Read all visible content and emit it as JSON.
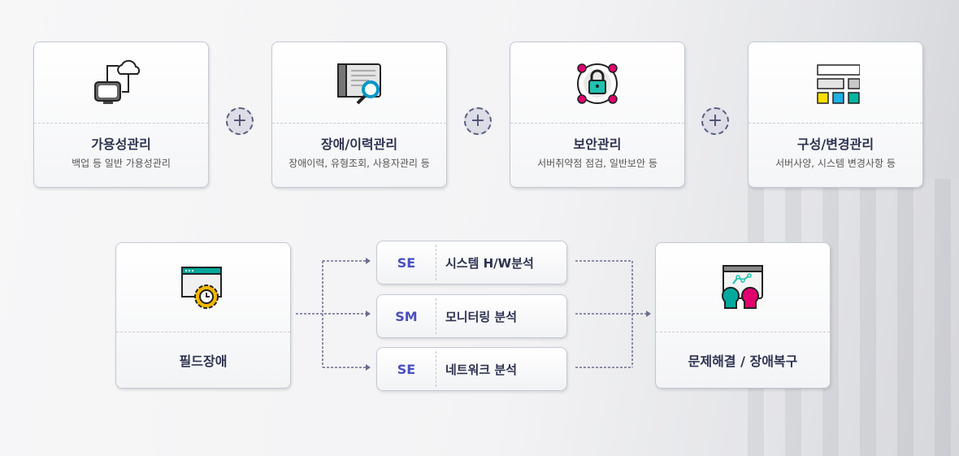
{
  "top_cards": [
    {
      "title": "가용성관리",
      "subtitle": "백업 등 일반 가용성관리",
      "icon": "cloud-monitor-icon"
    },
    {
      "title": "장애/이력관리",
      "subtitle": "장애이력, 유형조회, 사용자관리 등",
      "icon": "document-search-icon"
    },
    {
      "title": "보안관리",
      "subtitle": "서버취약점 점검, 일반보안 등",
      "icon": "lock-network-icon"
    },
    {
      "title": "구성/변경관리",
      "subtitle": "서버사양, 시스템 변경사항 등",
      "icon": "org-chart-icon"
    }
  ],
  "plus_symbol": "+",
  "flow": {
    "source": {
      "title": "필드장애",
      "icon": "window-gear-icon"
    },
    "steps": [
      {
        "code": "SE",
        "label": "시스템 H/W분석"
      },
      {
        "code": "SM",
        "label": "모니터링 분석"
      },
      {
        "code": "SE",
        "label": "네트워크 분석"
      }
    ],
    "result": {
      "title": "문제해결 / 장애복구",
      "icon": "people-chart-icon"
    }
  },
  "colors": {
    "accent": "#4950c0",
    "text": "#2c3350",
    "pink": "#e0006e",
    "teal": "#00a99d"
  }
}
